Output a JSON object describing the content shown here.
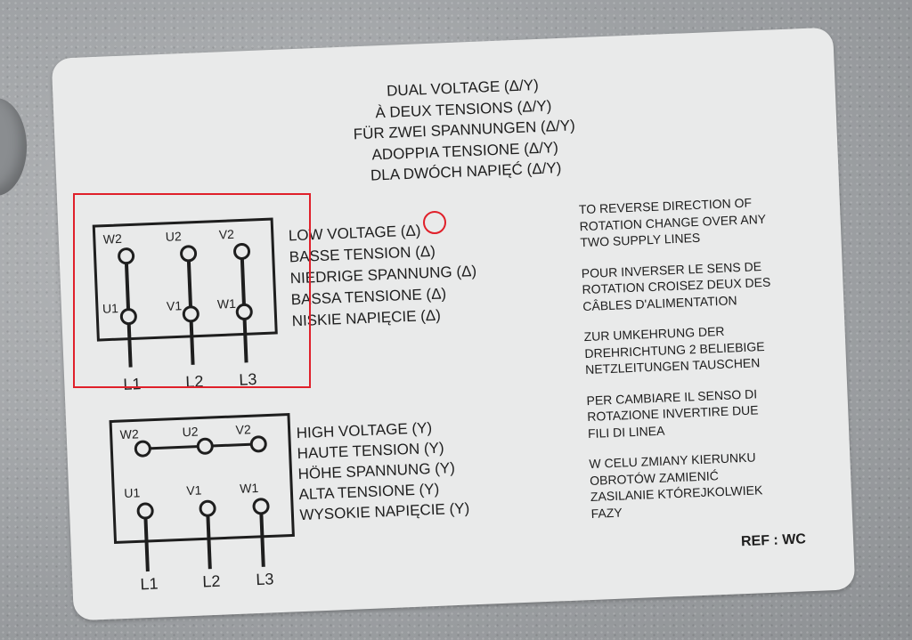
{
  "title_lines": [
    "DUAL VOLTAGE (Δ/Y)",
    "À DEUX TENSIONS (Δ/Y)",
    "FÜR ZWEI SPANNUNGEN (Δ/Y)",
    "ADOPPIA TENSIONE (Δ/Y)",
    "DLA DWÓCH NAPIĘĆ (Δ/Y)"
  ],
  "low_voltage_lines": [
    "LOW VOLTAGE (Δ)",
    "BASSE TENSION (Δ)",
    "NIEDRIGE SPANNUNG (Δ)",
    "BASSA TENSIONE (Δ)",
    "NISKIE NAPIĘCIE (Δ)"
  ],
  "high_voltage_lines": [
    "HIGH VOLTAGE (Y)",
    "HAUTE TENSION (Y)",
    "HÖHE SPANNUNG (Y)",
    "ALTA TENSIONE (Y)",
    "WYSOKIE NAPIĘCIE (Y)"
  ],
  "reverse_blocks": [
    [
      "TO REVERSE DIRECTION OF",
      "ROTATION CHANGE OVER ANY",
      "TWO SUPPLY LINES"
    ],
    [
      "POUR INVERSER LE SENS DE",
      "ROTATION CROISEZ DEUX DES",
      "CÂBLES D'ALIMENTATION"
    ],
    [
      "ZUR UMKEHRUNG DER",
      "DREHRICHTUNG 2 BELIEBIGE",
      "NETZLEITUNGEN TAUSCHEN"
    ],
    [
      "PER CAMBIARE IL SENSO DI",
      "ROTAZIONE INVERTIRE DUE",
      "FILI DI LINEA"
    ],
    [
      "W CELU ZMIANY KIERUNKU",
      "OBROTÓW ZAMIENIĆ",
      "ZASILANIE KTÓREJKOLWIEK",
      "FAZY"
    ]
  ],
  "ref": "REF : WC",
  "delta_diagram": {
    "top_labels": [
      "W2",
      "U2",
      "V2"
    ],
    "bottom_labels": [
      "U1",
      "V1",
      "W1"
    ],
    "line_labels": [
      "L1",
      "L2",
      "L3"
    ]
  },
  "star_diagram": {
    "top_labels": [
      "W2",
      "U2",
      "V2"
    ],
    "bottom_labels": [
      "U1",
      "V1",
      "W1"
    ],
    "line_labels": [
      "L1",
      "L2",
      "L3"
    ]
  },
  "annotation_color": "#e0202a"
}
